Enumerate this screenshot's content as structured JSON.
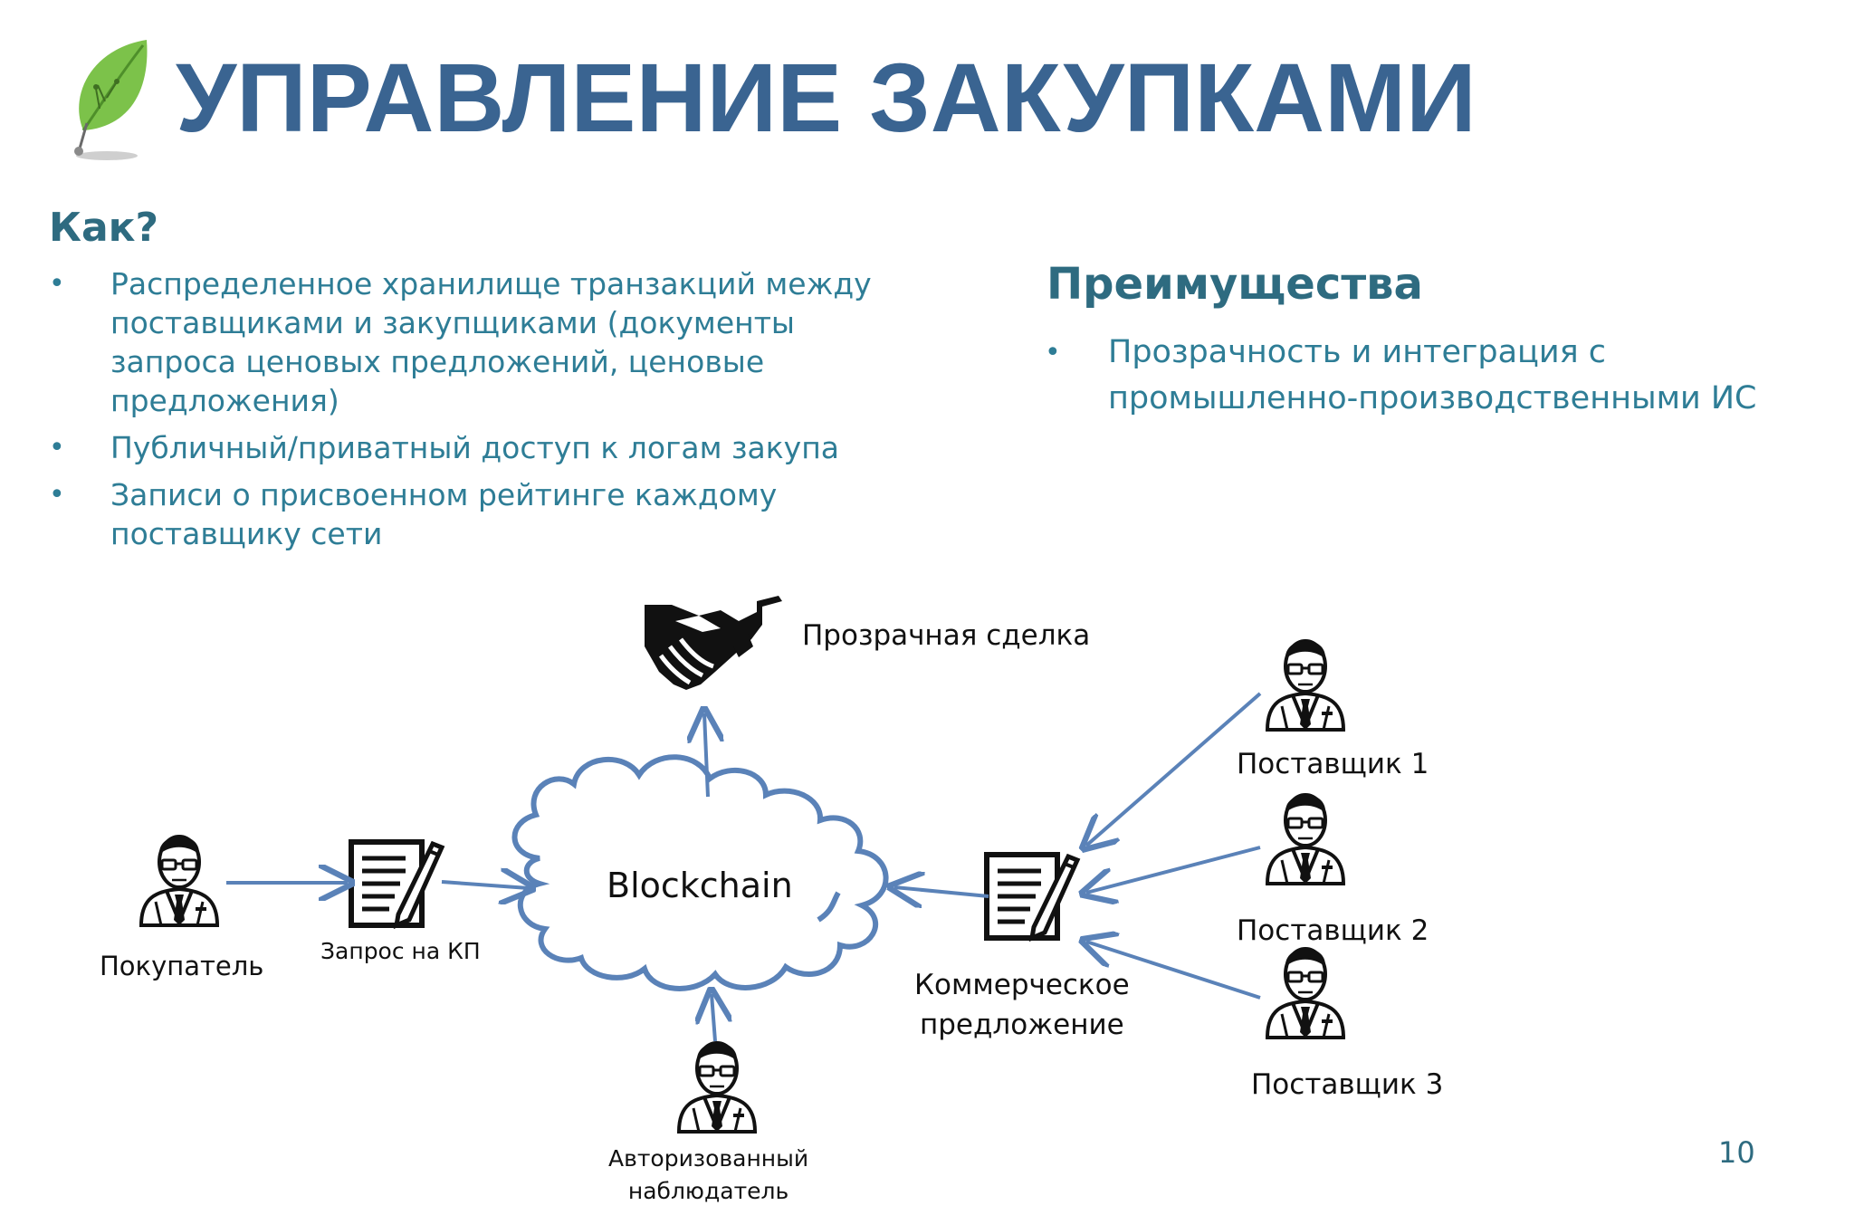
{
  "title": "УПРАВЛЕНИЕ ЗАКУПКАМИ",
  "how": {
    "heading": "Как?",
    "items": [
      "Распределенное хранилище транзакций между поставщиками и закупщиками (документы запроса ценовых предложений, ценовые предложения)",
      "Публичный/приватный доступ к логам закупа",
      "Записи о присвоенном рейтинге каждому поставщику сети"
    ]
  },
  "advantages": {
    "heading": "Преимущества",
    "items": [
      "Прозрачность и интеграция с промышленно-производственными ИС"
    ]
  },
  "diagram": {
    "cloud_label": "Blockchain",
    "deal_label": "Прозрачная сделка",
    "buyer_label": "Покупатель",
    "request_label": "Запрос на КП",
    "offer_label_line1": "Коммерческое",
    "offer_label_line2": "предложение",
    "observer_label_line1": "Авторизованный",
    "observer_label_line2": "наблюдатель",
    "supplier1_label": "Поставщик 1",
    "supplier2_label": "Поставщик 2",
    "supplier3_label": "Поставщик 3",
    "icons": [
      "leaf-logo-icon",
      "handshake-icon",
      "person-icon",
      "document-pen-icon",
      "cloud-icon"
    ],
    "arrow_color": "#5a82b8",
    "cloud_color": "#5a82b8"
  },
  "page_number": "10",
  "colors": {
    "title": "#3a6491",
    "heading": "#2e6b80",
    "body_text": "#2e7d96"
  }
}
